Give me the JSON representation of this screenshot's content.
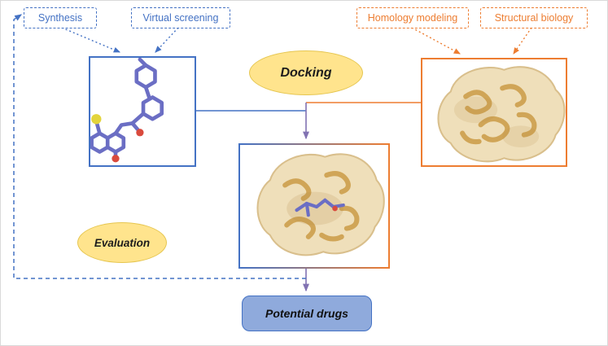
{
  "labels": {
    "synthesis": "Synthesis",
    "virtual_screening": "Virtual screening",
    "homology_modeling": "Homology modeling",
    "structural_biology": "Structural biology",
    "docking": "Docking",
    "evaluation": "Evaluation",
    "potential_drugs": "Potential drugs"
  },
  "icons": {
    "ligand_image": "ligand-molecule",
    "protein_image": "protein-structure",
    "complex_image": "protein-ligand-complex"
  },
  "colors": {
    "blue": "#4472C4",
    "orange": "#ED7D31",
    "purple": "#8172B2",
    "ellipse_fill": "#FFE48D",
    "ellipse_border": "#E6C650",
    "drugs_fill": "#8FAADC",
    "drugs_border": "#4472C4",
    "protein_fill": "#EFDFBA",
    "protein_outline": "#D9BF8C",
    "helix": "#C9973F",
    "ligand": "#6B6EC4",
    "oxygen": "#D94A3D",
    "sulfur": "#E3D43C"
  }
}
